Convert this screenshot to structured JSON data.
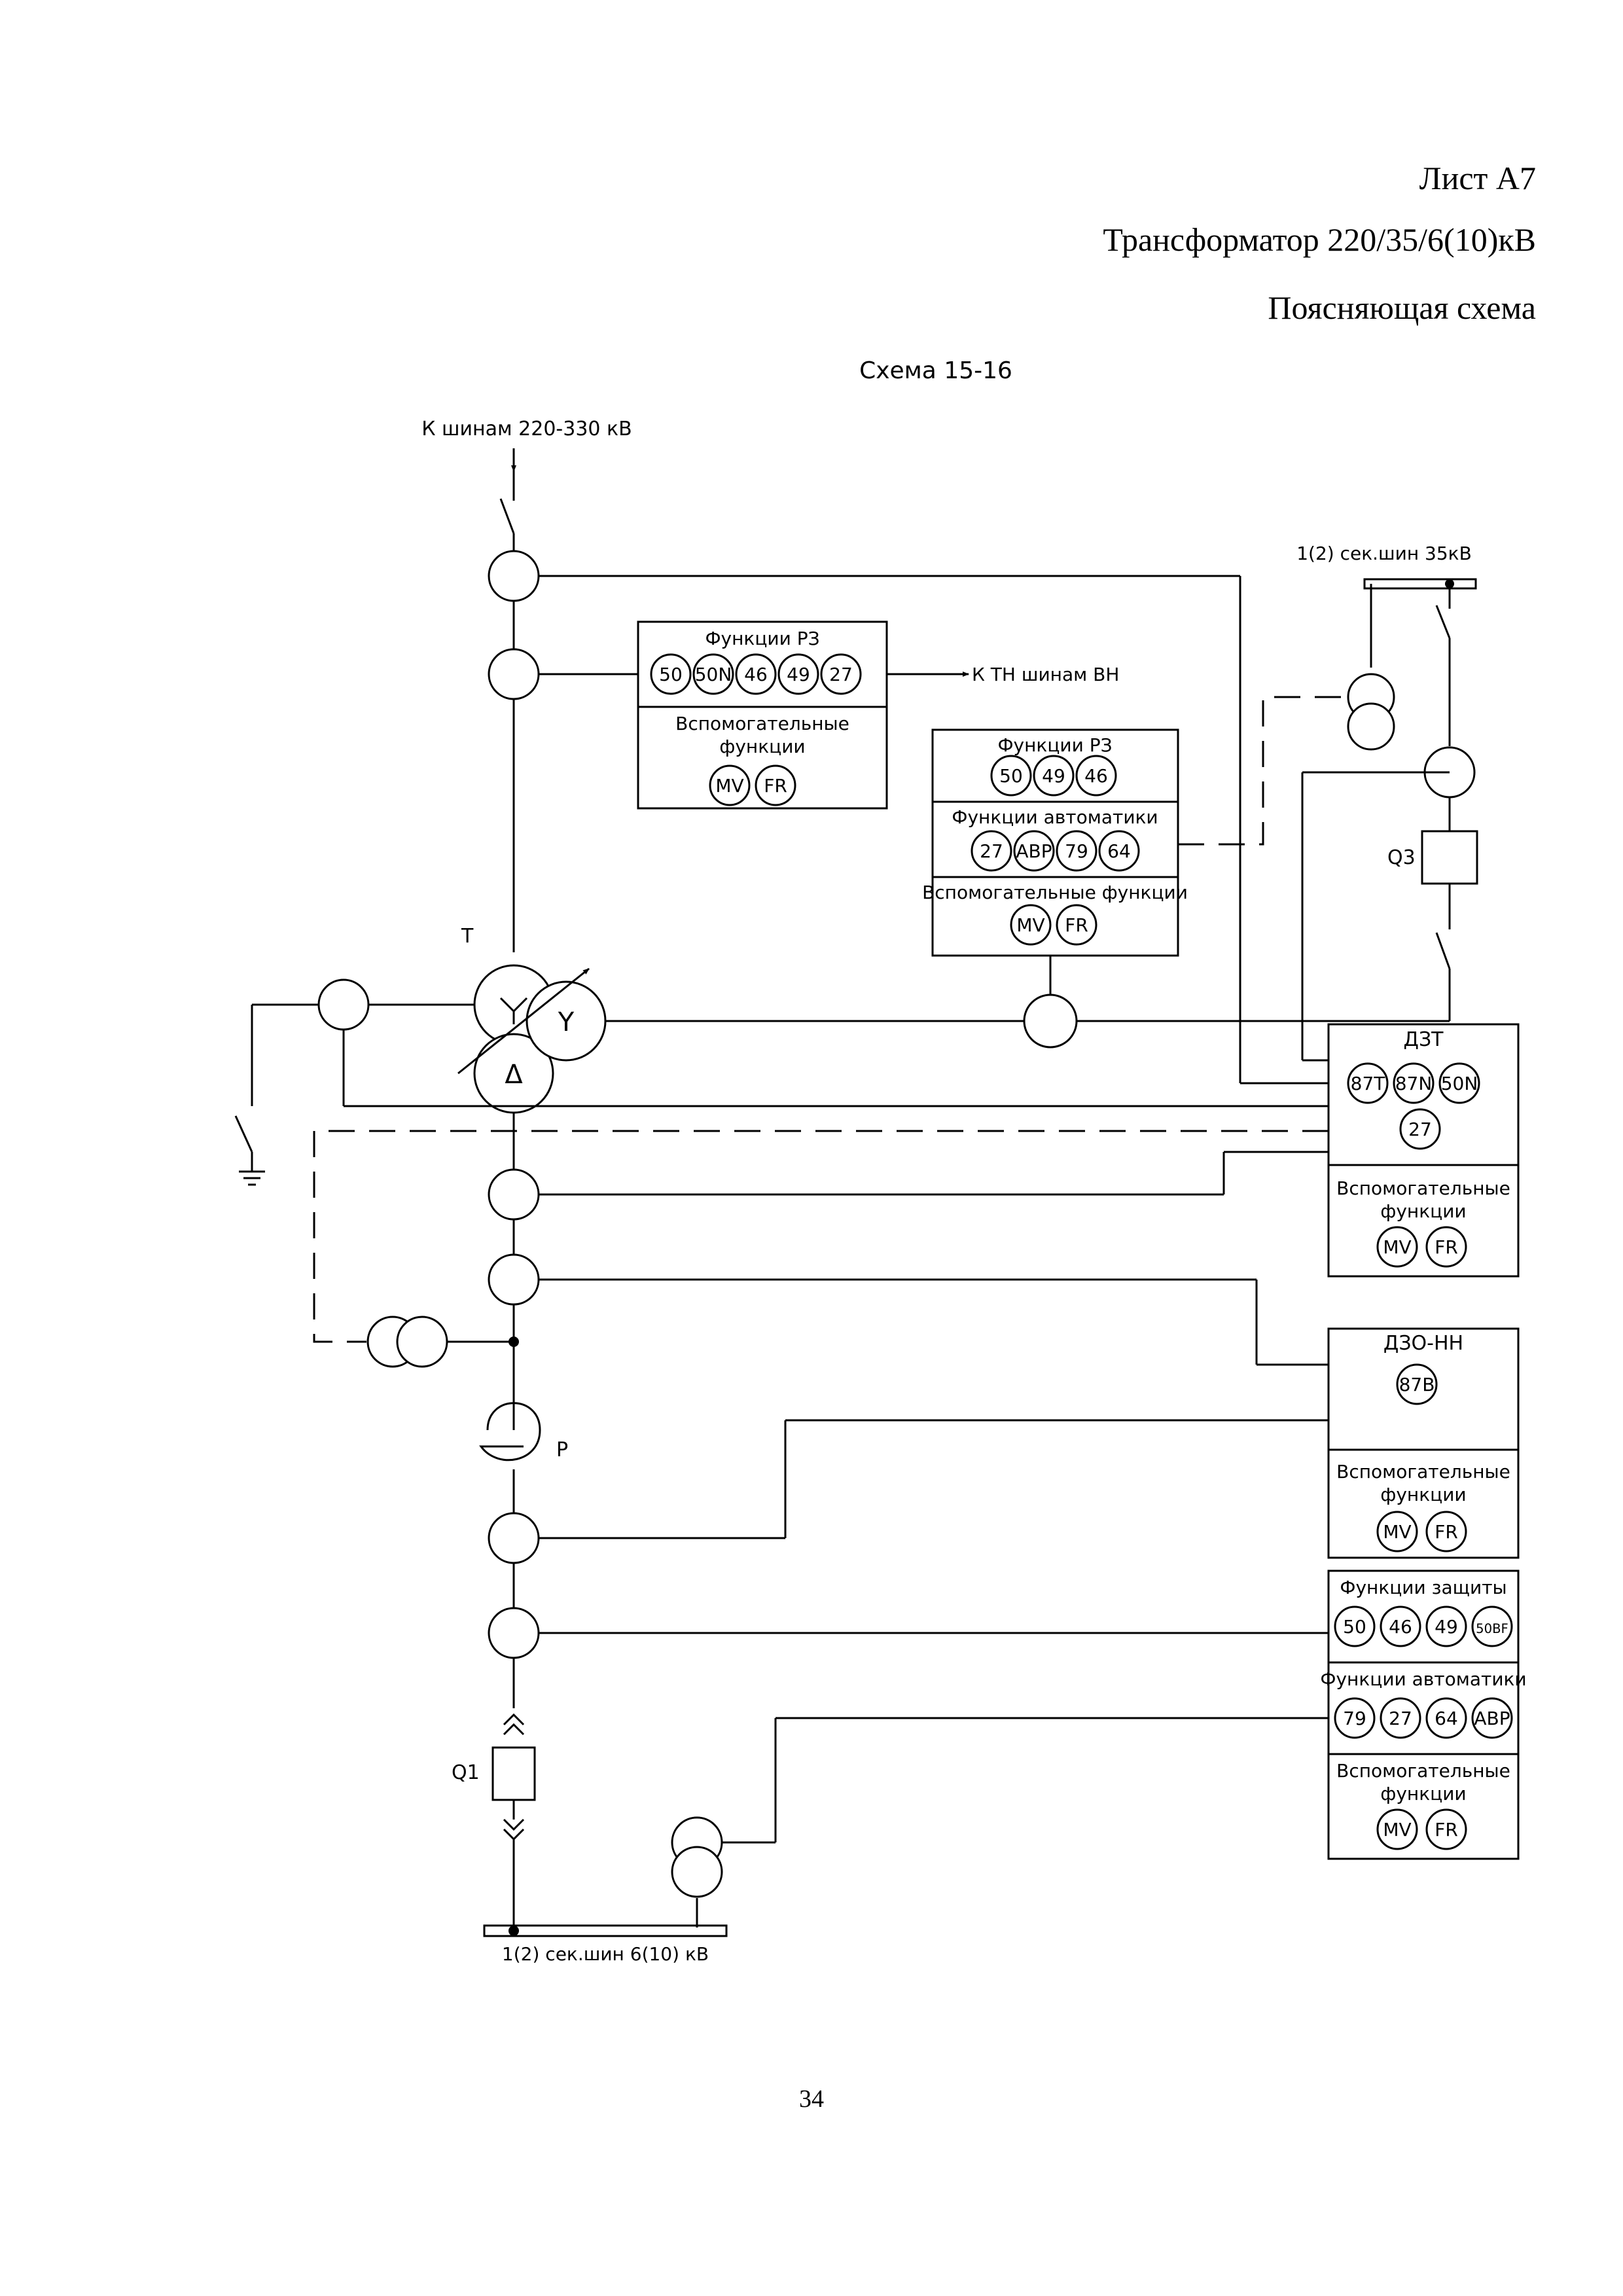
{
  "header": {
    "sheet": "Лист А7",
    "title": "Трансформатор 220/35/6(10)кВ",
    "subtitle": "Поясняющая схема"
  },
  "scheme_title": "Схема 15-16",
  "labels": {
    "hv_bus": "К шинам 220-330 кВ",
    "to_vt_hv": "К ТН шинам ВН",
    "mv_bus": "1(2) сек.шин 35кВ",
    "lv_bus": "1(2) сек.шин 6(10) кВ",
    "transformer": "T",
    "reactor": "P",
    "breaker_q3": "Q3",
    "breaker_q1": "Q1",
    "winding_delta": "Δ",
    "winding_wye": "Y"
  },
  "panels": {
    "hv": {
      "sec1_title": "Функции РЗ",
      "sec1_codes": [
        "50",
        "50N",
        "46",
        "49",
        "27"
      ],
      "sec2_title": "Вспомогательные функции",
      "sec2_codes": [
        "MV",
        "FR"
      ]
    },
    "mv": {
      "sec1_title": "Функции РЗ",
      "sec1_codes": [
        "50",
        "49",
        "46"
      ],
      "sec2_title": "Функции автоматики",
      "sec2_codes": [
        "27",
        "АВР",
        "79",
        "64"
      ],
      "sec3_title": "Вспомогательные функции",
      "sec3_codes": [
        "MV",
        "FR"
      ]
    },
    "dzt": {
      "title": "ДЗТ",
      "codes_row1": [
        "87T",
        "87N",
        "50N"
      ],
      "codes_row2": [
        "27"
      ],
      "sec2_title": "Вспомогательные функции",
      "sec2_codes": [
        "MV",
        "FR"
      ]
    },
    "dzo": {
      "title": "ДЗО-НН",
      "codes": [
        "87B"
      ],
      "sec2_title": "Вспомогательные функции",
      "sec2_codes": [
        "MV",
        "FR"
      ]
    },
    "lv": {
      "sec1_title": "Функции защиты",
      "sec1_codes": [
        "50",
        "46",
        "49",
        "50BF"
      ],
      "sec2_title": "Функции автоматики",
      "sec2_codes": [
        "79",
        "27",
        "64",
        "АВР"
      ],
      "sec3_title": "Вспомогательные функции",
      "sec3_codes": [
        "MV",
        "FR"
      ]
    }
  },
  "page_number": "34"
}
